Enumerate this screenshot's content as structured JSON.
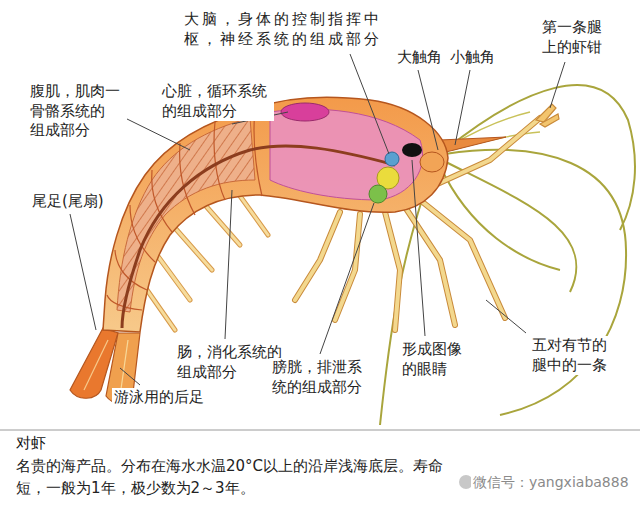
{
  "diagram": {
    "title": "对虾",
    "caption": "名贵的海产品。分布在海水水温20°C以上的沿岸浅海底层。寿命 短，一般为1年，极少数为2～3年。",
    "labels": [
      "大脑，身体的控制指挥中 枢，神经系统的组成部分",
      "大触角",
      "小触角",
      "第一条腿 上的虾钳",
      "腹肌，肌肉一 骨骼系统的 组成部分",
      "心脏，循环系统 的组成部分",
      "尾足(尾扇)",
      "肠，消化系统的 组成部分",
      "五对有节的 腿中的一条",
      "形成图像 的眼睛",
      "膀胱，排泄系 统的组成部分",
      "游泳用的后足",
      "微信号：yangxiaba888"
    ]
  }
}
